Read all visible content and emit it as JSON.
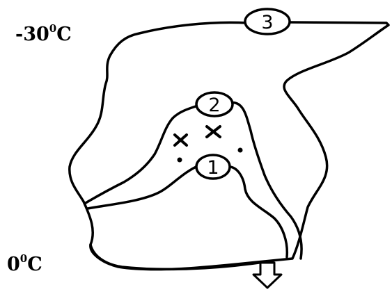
{
  "labels": {
    "top_temp_value": "-30",
    "top_temp_degree": "0",
    "top_temp_unit": "C",
    "bottom_temp_value": "0",
    "bottom_temp_degree": "0",
    "bottom_temp_unit": "C"
  },
  "markers": {
    "region_1": "1",
    "region_2": "2",
    "region_3": "3"
  },
  "colors": {
    "stroke": "#000000",
    "background": "#ffffff"
  }
}
